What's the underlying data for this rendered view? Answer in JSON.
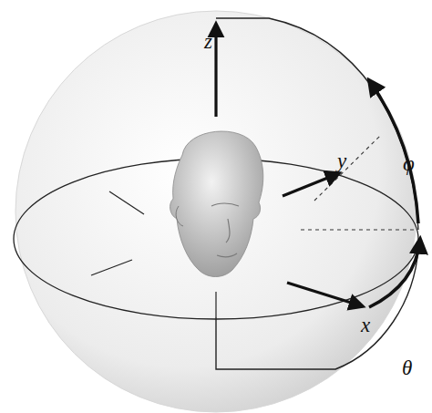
{
  "diagram": {
    "labels": [
      "z",
      "y",
      "x",
      "φ",
      "θ"
    ]
  }
}
